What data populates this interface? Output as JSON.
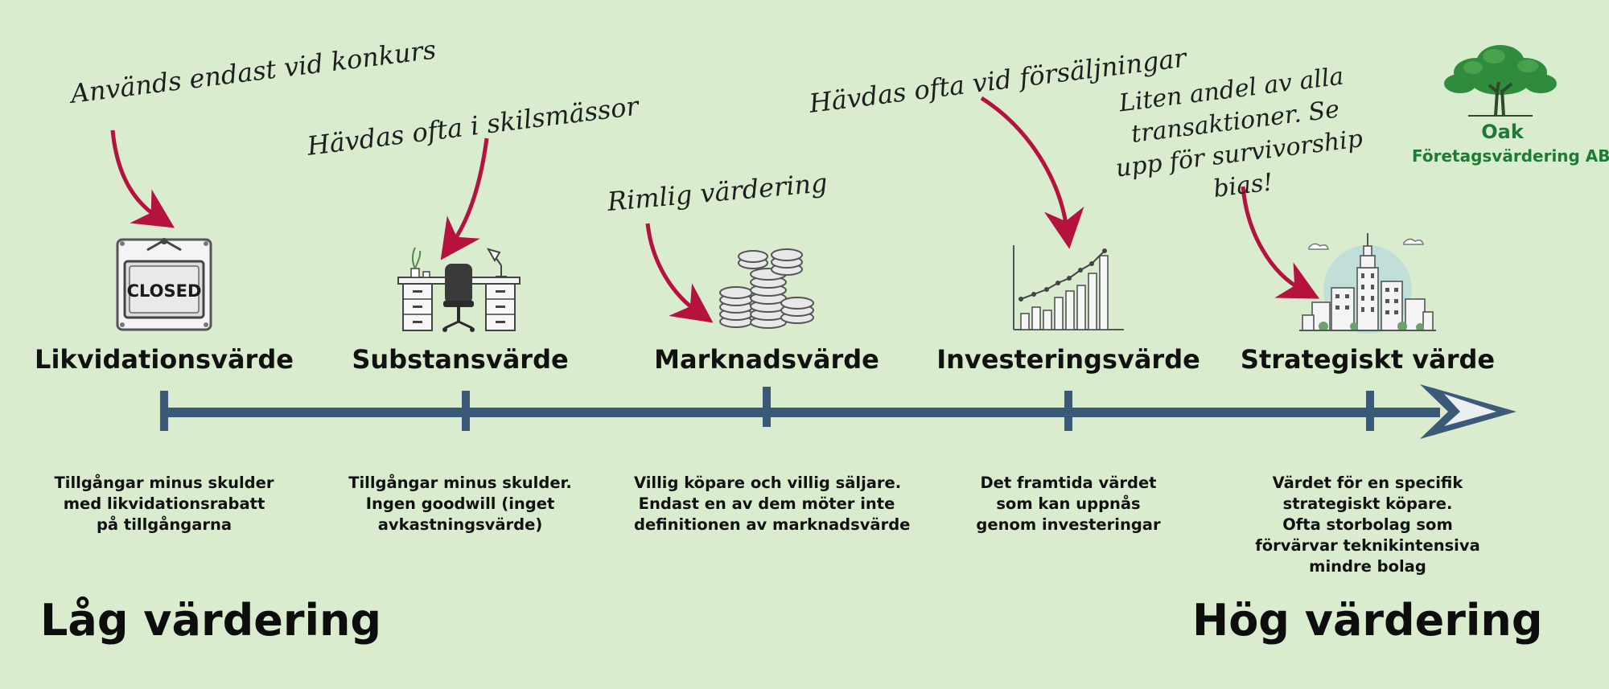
{
  "logo": {
    "name": "Oak",
    "subtitle": "Företagsvärdering AB",
    "color": "#1f7a36"
  },
  "colors": {
    "background": "#d9ecce",
    "axis": "#3b5a78",
    "arrow_annotation": "#b5123e",
    "text": "#111111"
  },
  "stages": [
    {
      "title": "Likvidationsvärde",
      "icon": "closed-sign-icon",
      "sign_text": "CLOSED",
      "description": [
        "Tillgångar minus skulder",
        "med likvidationsrabatt",
        "på tillgångarna"
      ]
    },
    {
      "title": "Substansvärde",
      "icon": "desk-icon",
      "description": [
        "Tillgångar minus skulder.",
        "Ingen goodwill (inget",
        "avkastningsvärde)"
      ]
    },
    {
      "title": "Marknadsvärde",
      "icon": "coins-icon",
      "description": [
        "Villig köpare och villig säljare.",
        "Endast en av dem möter inte",
        "definitionen av marknadsvärde"
      ]
    },
    {
      "title": "Investeringsvärde",
      "icon": "growth-chart-icon",
      "description": [
        "Det framtida värdet",
        "som kan uppnås",
        "genom investeringar"
      ]
    },
    {
      "title": "Strategiskt värde",
      "icon": "city-skyline-icon",
      "description": [
        "Värdet för en specifik",
        "strategiskt köpare.",
        "Ofta storbolag som",
        "förvärvar teknikintensiva",
        "mindre bolag"
      ]
    }
  ],
  "annotations": {
    "likvidation": "Används endast vid konkurs",
    "substans": "Hävdas ofta i skilsmässor",
    "marknad": "Rimlig värdering",
    "investering": "Hävdas ofta vid försäljningar",
    "strategiskt": [
      "Liten andel av alla",
      "transaktioner. Se",
      "upp för survivorship",
      "bias!"
    ]
  },
  "scale": {
    "low_label": "Låg värdering",
    "high_label": "Hög värdering"
  }
}
